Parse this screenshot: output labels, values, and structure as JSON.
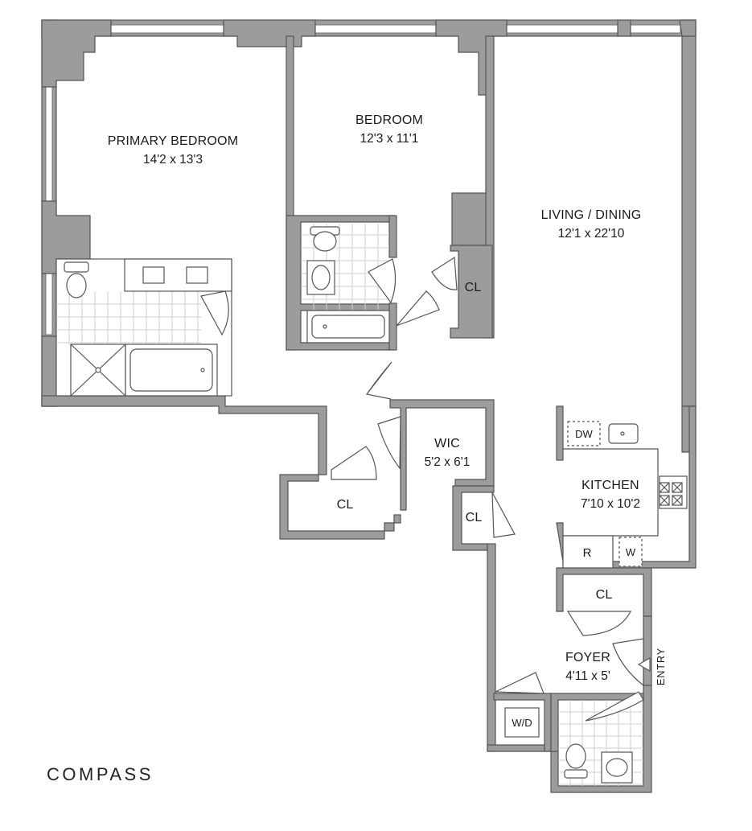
{
  "rooms": {
    "primary_bedroom": {
      "name": "PRIMARY BEDROOM",
      "size": "14'2 x 13'3"
    },
    "bedroom": {
      "name": "BEDROOM",
      "size": "12'3 x 11'1"
    },
    "living_dining": {
      "name": "LIVING / DINING",
      "size": "12'1 x 22'10"
    },
    "wic": {
      "name": "WIC",
      "size": "5'2 x 6'1"
    },
    "kitchen": {
      "name": "KITCHEN",
      "size": "7'10 x 10'2"
    },
    "foyer": {
      "name": "FOYER",
      "size": "4'11 x 5'"
    }
  },
  "closets": {
    "bedroom_cl": "CL",
    "wic_adjacent_cl": "CL",
    "lower_left_cl": "CL",
    "kitchen_cl": "CL"
  },
  "fixtures": {
    "dishwasher": "DW",
    "refrigerator": "R",
    "wine_fridge": "W",
    "washer_dryer": "W/D"
  },
  "entry_label": "ENTRY",
  "brand": "COMPASS",
  "colors": {
    "wall": "#9c9c9c",
    "outline": "#555555",
    "background": "#ffffff"
  }
}
